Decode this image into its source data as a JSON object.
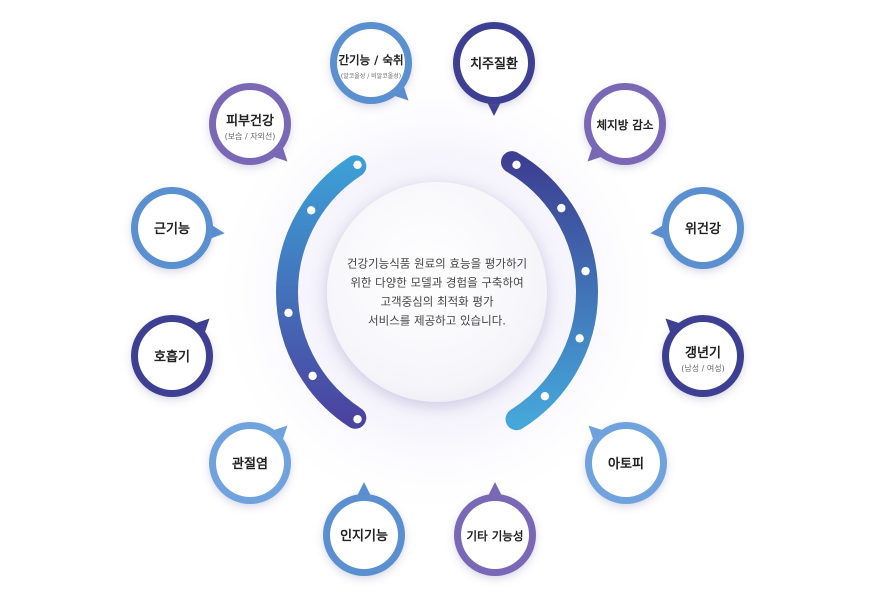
{
  "center": {
    "lines": [
      "건강기능식품 원료의 효능을 평가하기",
      "위한 다양한 모델과 경험을 구축하여",
      "고객중심의 최적화 평가",
      "서비스를 제공하고 있습니다."
    ]
  },
  "nodes": [
    {
      "label": "간기능 / 숙취",
      "sub": "(알코올성 / 비알코올성)",
      "color": "#5a8fd0"
    },
    {
      "label": "치주질환",
      "sub": "",
      "color": "#3d3f92"
    },
    {
      "label": "체지방 감소",
      "sub": "",
      "color": "#7a68b6"
    },
    {
      "label": "위건강",
      "sub": "",
      "color": "#5a8fd0"
    },
    {
      "label": "갱년기",
      "sub": "(남성 / 여성)",
      "color": "#3d3f92"
    },
    {
      "label": "아토피",
      "sub": "",
      "color": "#6fa3dd"
    },
    {
      "label": "기타 기능성",
      "sub": "",
      "color": "#7a68b6"
    },
    {
      "label": "인지기능",
      "sub": "",
      "color": "#5a8fd0"
    },
    {
      "label": "관절염",
      "sub": "",
      "color": "#6fa3dd"
    },
    {
      "label": "호흡기",
      "sub": "",
      "color": "#3d3f92"
    },
    {
      "label": "근기능",
      "sub": "",
      "color": "#5a8fd0"
    },
    {
      "label": "피부건강",
      "sub": "(보습 / 자외선)",
      "color": "#7a68b6"
    }
  ],
  "colors": {
    "arc_left_start": "#3d9ed6",
    "arc_left_end": "#4a44a0",
    "arc_right_start": "#3d3f92",
    "arc_right_end": "#45a6da"
  }
}
